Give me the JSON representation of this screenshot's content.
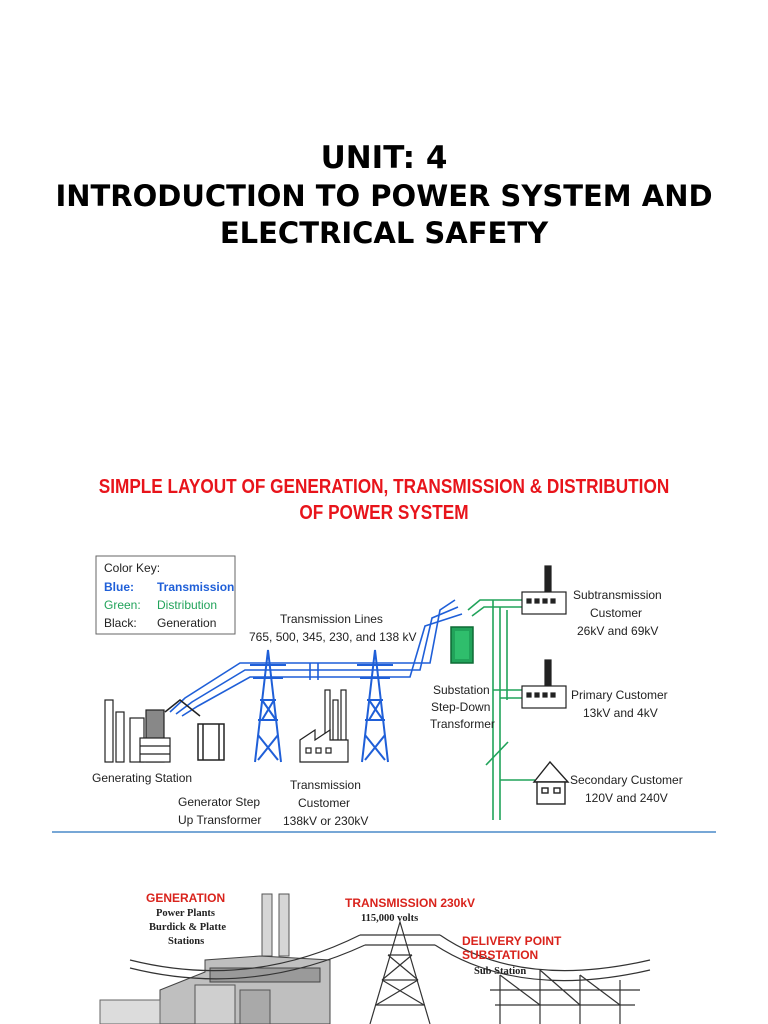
{
  "slide": {
    "unit": "UNIT: 4",
    "title_line1": "INTRODUCTION TO POWER SYSTEM AND",
    "title_line2": "ELECTRICAL SAFETY"
  },
  "section": {
    "line1": "SIMPLE LAYOUT OF GENERATION, TRANSMISSION & DISTRIBUTION",
    "line2": "OF POWER SYSTEM"
  },
  "diagram": {
    "color_key": {
      "title": "Color Key:",
      "blue_key": "Blue:",
      "blue_val": "Transmission",
      "green_key": "Green:",
      "green_val": "Distribution",
      "black_key": "Black:",
      "black_val": "Generation"
    },
    "transmission_lines": {
      "line1": "Transmission Lines",
      "line2": "765, 500, 345, 230, and 138 kV"
    },
    "substation": {
      "line1": "Substation",
      "line2": "Step-Down",
      "line3": "Transformer"
    },
    "subtransmission": {
      "line1": "Subtransmission",
      "line2": "Customer",
      "line3": "26kV and 69kV"
    },
    "primary": {
      "line1": "Primary Customer",
      "line2": "13kV and 4kV"
    },
    "secondary": {
      "line1": "Secondary Customer",
      "line2": "120V and 240V"
    },
    "generating_station": "Generating Station",
    "gen_transformer": {
      "line1": "Generator Step",
      "line2": "Up Transformer"
    },
    "trans_customer": {
      "line1": "Transmission",
      "line2": "Customer",
      "line3": "138kV or 230kV"
    },
    "colors": {
      "blue": "#1f5fd8",
      "green": "#21a35a",
      "black": "#222222"
    }
  },
  "photo": {
    "generation": "GENERATION",
    "power_plants": "Power Plants",
    "burdick": "Burdick & Platte",
    "stations": "Stations",
    "transmission": "TRANSMISSION 230kV",
    "volts": "115,000 volts",
    "delivery": "DELIVERY POINT",
    "substation": "SUBSTATION",
    "sub_station": "Sub Station"
  }
}
